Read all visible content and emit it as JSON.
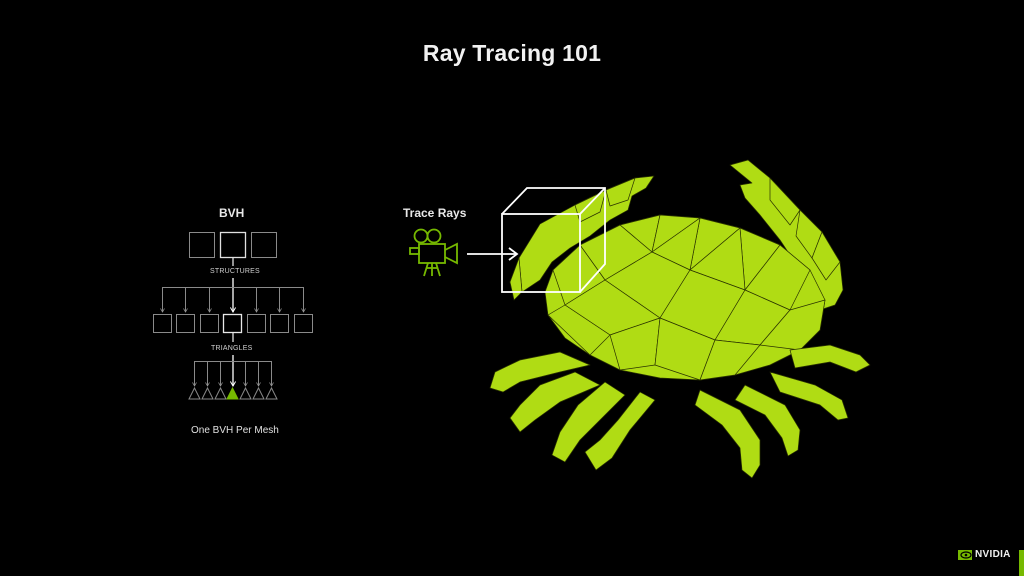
{
  "slide": {
    "title": "Ray Tracing 101",
    "accent_color": "#76b900",
    "crab_color": "#b0dc14"
  },
  "bvh": {
    "heading": "BVH",
    "structures_label": "STRUCTURES",
    "triangles_label": "TRIANGLES",
    "caption": "One BVH Per Mesh",
    "top_boxes": 3,
    "structure_boxes": 7,
    "triangle_leaves": 7,
    "highlighted_leaf_index": 3
  },
  "trace": {
    "heading": "Trace Rays",
    "camera_icon": "movie-camera-icon",
    "arrow_icon": "arrow-right-icon",
    "bounding_box_icon": "bounding-box-cube"
  },
  "footer": {
    "logo_text": "NVIDIA",
    "logo_icon": "nvidia-eye-icon"
  }
}
